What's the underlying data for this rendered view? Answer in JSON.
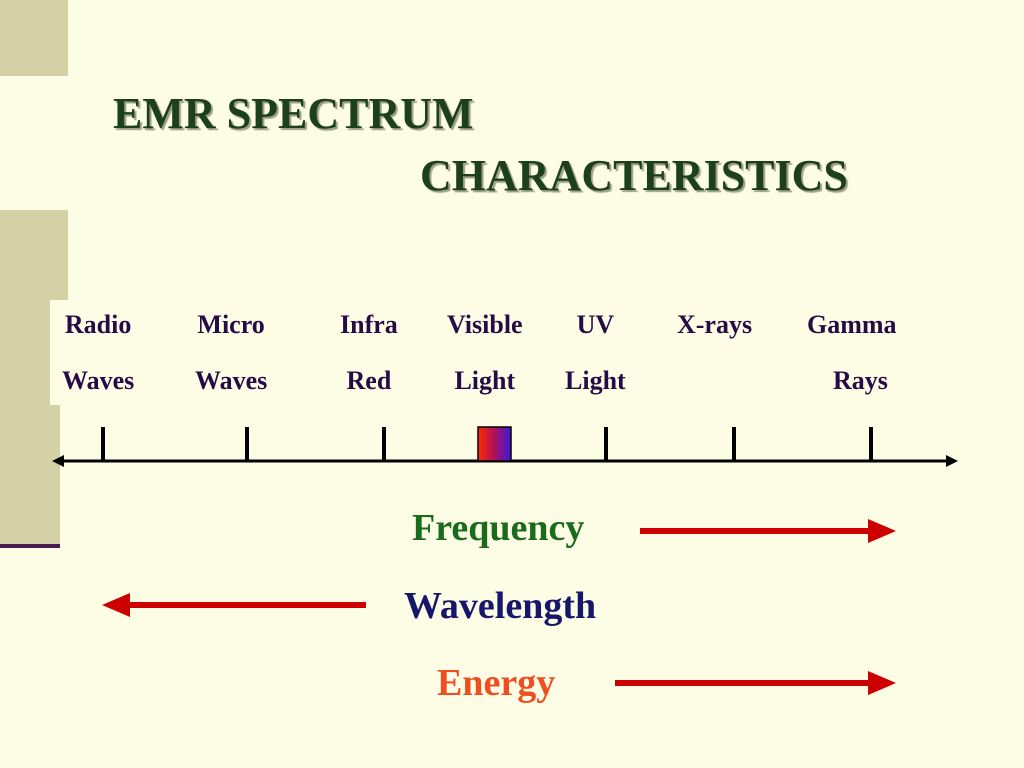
{
  "slide": {
    "title_line1": "EMR  SPECTRUM",
    "title_line2": "CHARACTERISTICS"
  },
  "bands": [
    {
      "line1": "Radio",
      "line2": "Waves"
    },
    {
      "line1": "Micro",
      "line2": "Waves"
    },
    {
      "line1": "Infra",
      "line2": "Red"
    },
    {
      "line1": "Visible",
      "line2": "Light"
    },
    {
      "line1": "UV",
      "line2": "Light"
    },
    {
      "line1": "X-rays",
      "line2": ""
    },
    {
      "line1": "Gamma",
      "line2": "Rays"
    }
  ],
  "properties": {
    "frequency": {
      "label": "Frequency",
      "direction": "right",
      "color": "#1a6b1a"
    },
    "wavelength": {
      "label": "Wavelength",
      "direction": "left",
      "color": "#16166b"
    },
    "energy": {
      "label": "Energy",
      "direction": "right",
      "color": "#ef4e1f"
    }
  },
  "colors": {
    "arrow": "#cc0000",
    "title": "#1c3f1c",
    "band_text": "#260b46",
    "axis": "#000000"
  }
}
